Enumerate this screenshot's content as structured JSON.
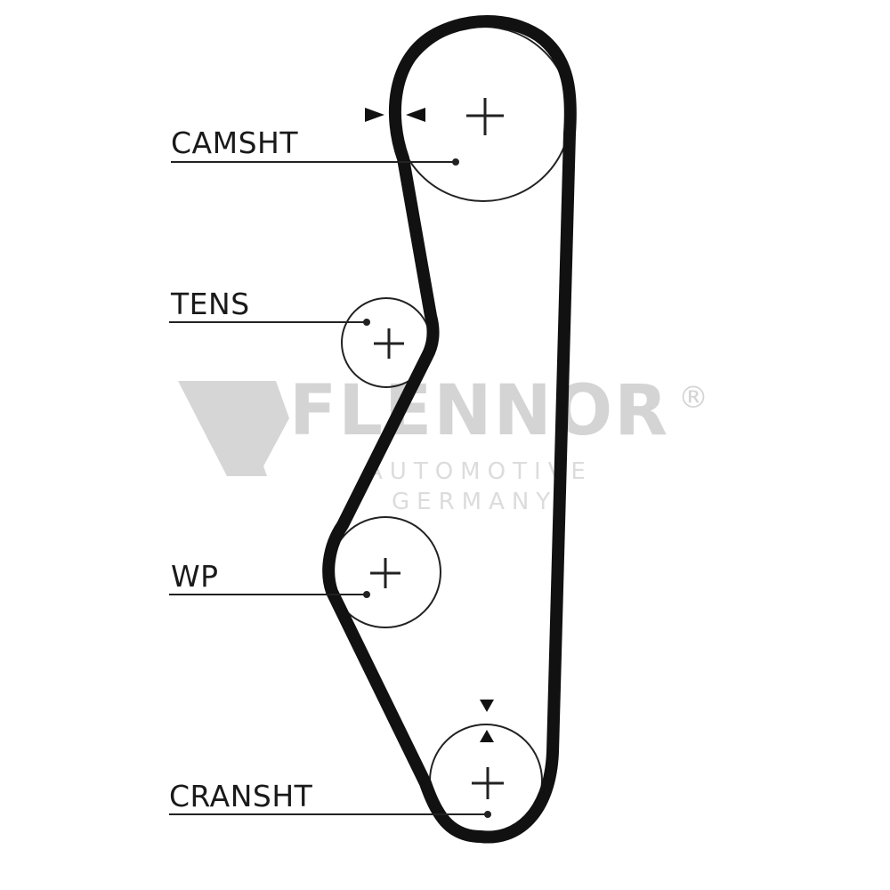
{
  "watermark": {
    "brand": "FLENNOR",
    "registered": "®",
    "line1": "AUTOMOTIVE",
    "line2": "GERMANY",
    "logo": "flennor-w-logo"
  },
  "labels": {
    "camshaft": "CAMSHT",
    "tensioner": "TENS",
    "water_pump": "WP",
    "crankshaft": "CRANSHT"
  },
  "colors": {
    "belt": "#111111",
    "line": "#222222",
    "watermark": "#d4d4d4"
  }
}
